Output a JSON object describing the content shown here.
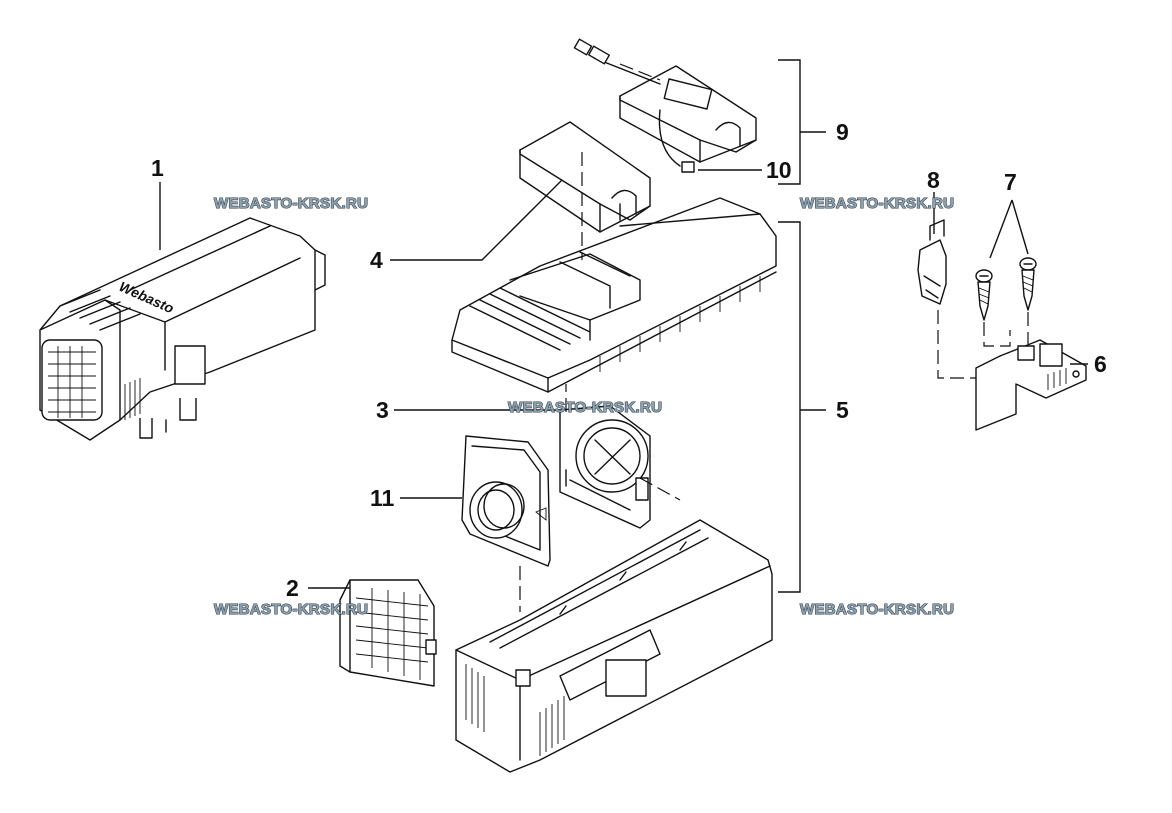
{
  "callouts": {
    "c1": "1",
    "c2": "2",
    "c3": "3",
    "c4": "4",
    "c5": "5",
    "c6": "6",
    "c7": "7",
    "c8": "8",
    "c9": "9",
    "c10": "10",
    "c11": "11"
  },
  "watermarks": {
    "w1": "WEBASTO-KRSK.RU",
    "w2": "WEBASTO-KRSK.RU",
    "w3": "WEBASTO-KRSK.RU",
    "w4": "WEBASTO-KRSK.RU",
    "w5": "WEBASTO-KRSK.RU"
  },
  "heater_logo": "Webasto"
}
